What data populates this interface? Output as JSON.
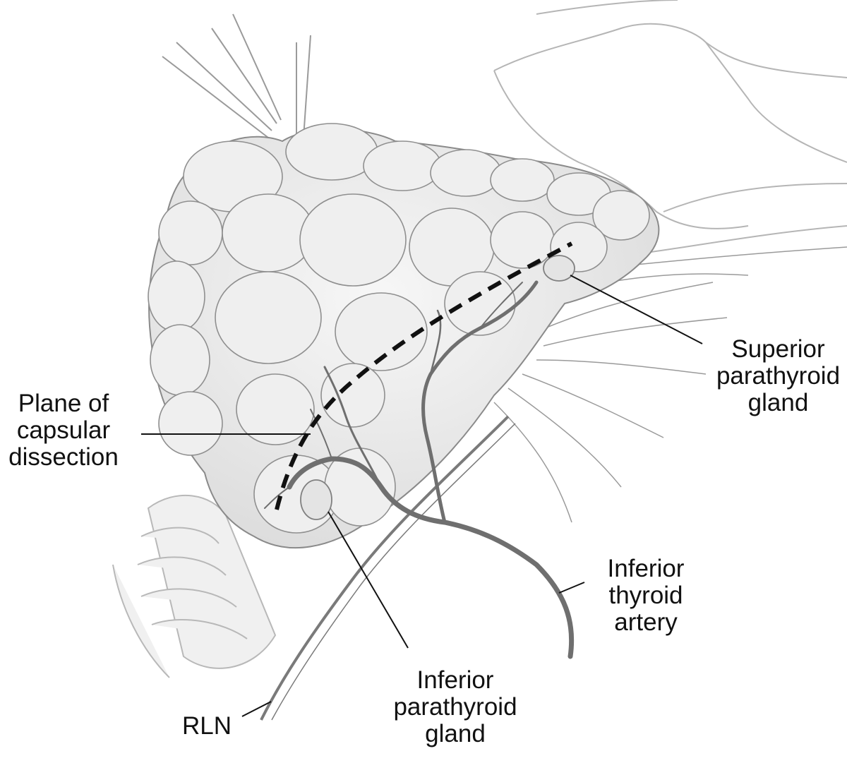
{
  "labels": {
    "superior_parathyroid": {
      "line1": "Superior",
      "line2": "parathyroid",
      "line3": "gland"
    },
    "plane_of_dissection": {
      "line1": "Plane of",
      "line2": "capsular",
      "line3": "dissection"
    },
    "inferior_thyroid_artery": {
      "line1": "Inferior",
      "line2": "thyroid",
      "line3": "artery"
    },
    "inferior_parathyroid": {
      "line1": "Inferior",
      "line2": "parathyroid",
      "line3": "gland"
    },
    "rln": "RLN"
  },
  "colors": {
    "gland_fill": "#ececec",
    "outline": "#8a8a8a",
    "vessel": "#6f6f6f",
    "dashed_line": "#111111",
    "leader": "#111111"
  }
}
